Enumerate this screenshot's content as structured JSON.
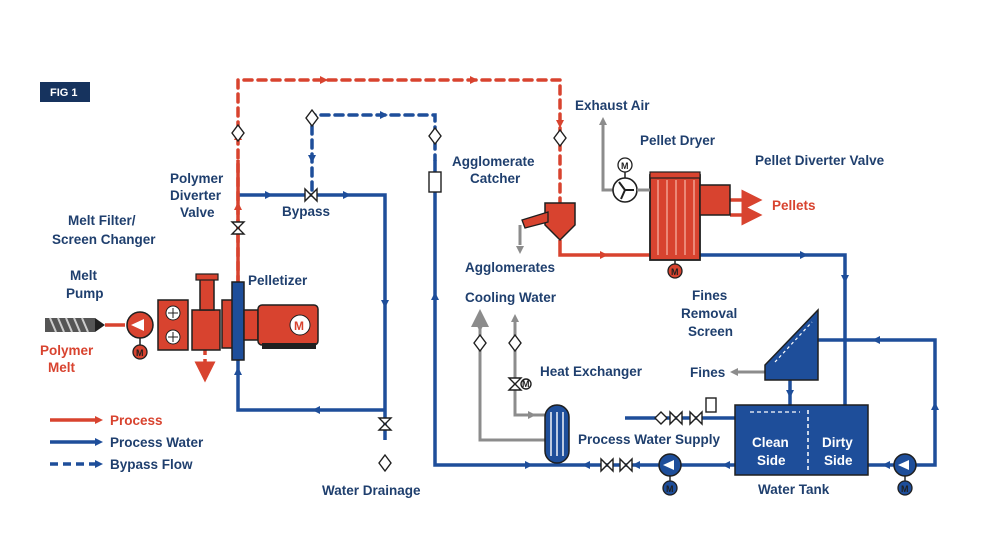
{
  "figure_tag": "FIG 1",
  "colors": {
    "process": "#d8432f",
    "process_water": "#1e4e9a",
    "bypass": "#1e4e9a",
    "grey": "#8c8c8c",
    "label": "#1f3f6e",
    "fig_badge": "#16335e"
  },
  "labels": {
    "polymer_melt_1": "Polymer",
    "polymer_melt_2": "Melt",
    "melt_pump_1": "Melt",
    "melt_pump_2": "Pump",
    "melt_filter_1": "Melt Filter/",
    "melt_filter_2": "Screen Changer",
    "diverter_1": "Polymer",
    "diverter_2": "Diverter",
    "diverter_3": "Valve",
    "pelletizer": "Pelletizer",
    "bypass": "Bypass",
    "water_drainage": "Water Drainage",
    "agglomerate_1": "Agglomerate",
    "agglomerate_2": "Catcher",
    "agglomerates": "Agglomerates",
    "exhaust_air": "Exhaust Air",
    "pellet_dryer": "Pellet Dryer",
    "pellet_diverter": "Pellet Diverter Valve",
    "pellets": "Pellets",
    "cooling_water": "Cooling Water",
    "heat_exchanger": "Heat Exchanger",
    "fines_screen_1": "Fines",
    "fines_screen_2": "Removal",
    "fines_screen_3": "Screen",
    "fines": "Fines",
    "process_water_supply": "Process Water Supply",
    "clean_side_1": "Clean",
    "clean_side_2": "Side",
    "dirty_side_1": "Dirty",
    "dirty_side_2": "Side",
    "water_tank": "Water Tank",
    "motor_letter": "M"
  },
  "legend": [
    {
      "label": "Process",
      "color": "#d8432f",
      "style": "solid"
    },
    {
      "label": "Process Water",
      "color": "#1e4e9a",
      "style": "solid"
    },
    {
      "label": "Bypass Flow",
      "color": "#1e4e9a",
      "style": "dashed"
    }
  ]
}
